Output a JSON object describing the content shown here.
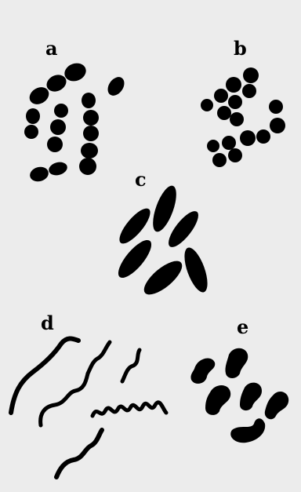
{
  "panels": {
    "a": {
      "label": "a"
    },
    "b": {
      "label": "b"
    },
    "c": {
      "label": "c"
    },
    "d": {
      "label": "d"
    },
    "e": {
      "label": "e"
    }
  }
}
